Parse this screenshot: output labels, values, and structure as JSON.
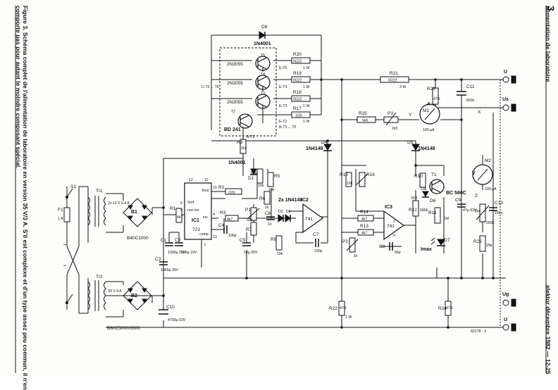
{
  "page": {
    "header": "alimentation de laboratoire",
    "page_number": "3",
    "footer": "elektor décembre 1982 — 12-25",
    "caption_line1": "Figure 3. Schéma complet de l'alimentation de laboratoire en version 35 V/3 A. S'il est complexe et d'un type assez peu commun, il n'en",
    "caption_line2": "comporte pas pour autant le moindre composant spécial.",
    "figure_code": "82178 - 3"
  },
  "labels": {
    "D8": "D8",
    "D8v": "1N4001",
    "T5": "T5",
    "T5v": "2N3055",
    "T4": "T4",
    "T4v": "2N3055",
    "T3": "T3",
    "T3v": "2N3055",
    "T2": "T2",
    "T2v": "BD 241",
    "CT2": "C-T2 ... T5",
    "BT2": "B-T2",
    "R20": "R20",
    "R20v": "0Ω22",
    "R20w": "1 W",
    "ET5": "E-T5",
    "R19": "R19",
    "R19v": "0Ω22",
    "R19w": "1 W",
    "ET4": "E-T4",
    "R18": "R18",
    "R18v": "0Ω22",
    "R18w": "1 W",
    "ET3": "E-T3",
    "R17": "R17",
    "R17v": "1Ω0",
    "R17w": "1 W",
    "ET2": "E-T2",
    "BT3": "B-T3 ... T5",
    "R21": "R21",
    "R21v": "0Ω22",
    "R21w": "3 W",
    "R25": "R25",
    "R25v": "5k6",
    "P3": "P3",
    "P3v": "2k5",
    "M1": "M1",
    "M1v": "100 µA",
    "A": "A",
    "R23": "R23",
    "R23v": "47Ω",
    "C11": "C11",
    "C11v": "820n",
    "U": "U",
    "Us": "Us",
    "Ug": "Ug",
    "X": "X",
    "Y": "Y",
    "R9": "R9",
    "R9v": "2k2",
    "D4": "D4",
    "D4v": "1N4148",
    "D5": "D5",
    "D5v": "1N4148",
    "D1": "D1",
    "D1v": "1N4001",
    "S1": "S1",
    "F1": "F1",
    "F1v": "1 A",
    "Tr1": "Tr1",
    "Tr1v": "2x 12 V 0,4 A",
    "Tr2": "Tr2",
    "Tr2v": "33 V 4 A",
    "B1": "B1",
    "B1v": "B40C1000",
    "B2": "B2",
    "B2v": "B80C5000/3300",
    "C10": "C10",
    "C10v": "4700µ 63V",
    "R1": "R1",
    "R1v": "4k7",
    "IC1": "IC1",
    "IC1v": "723",
    "Vref": "Vref",
    "Vout": "Vout",
    "noninv": "non inv.",
    "inv": "inv.",
    "comp": "comp.",
    "R2": "R2",
    "R2v": "22Ω",
    "R3": "R3",
    "R3v": "4k7",
    "C4": "C4",
    "C4v": "100p",
    "C1": "C1",
    "C1v": "1000µ 25V",
    "C2": "C2",
    "C2v": "100µ 10V",
    "C3": "C3",
    "C3v": "1000µ 25V",
    "C5": "C5",
    "C5v": "10µ 25V",
    "R4": "R4",
    "R4v": "10k",
    "R5": "R5",
    "R5v": "10k",
    "R6": "R6",
    "R6v": "1k",
    "R7": "R7",
    "R8": "R8",
    "R8v": "10k",
    "P1": "P1",
    "P1v": "50k",
    "C6": "C6",
    "C6v": "1n",
    "D2D3": "2x 1N4148",
    "D2": "D2",
    "D3": "D3",
    "IC2": "IC2",
    "IC2v": "741",
    "C7": "C7",
    "C7v": "100p",
    "R15": "R15",
    "R15v": "15k",
    "R16": "R16",
    "R14": "R14",
    "R14v": "4k7",
    "R13": "R13",
    "R13v": "4k7",
    "P2": "P2",
    "P2v": "1k",
    "IC3": "IC3",
    "IC3v": "741",
    "C8": "C8",
    "C8v": "56p",
    "R10": "R10",
    "R10v": "10k",
    "D6": "D6",
    "D6v": "3V3",
    "T1": "T1",
    "T1v": "BC 560C",
    "R11": "R11",
    "R11v": "1M",
    "R12": "R12",
    "R12v": "680k",
    "D7": "D7",
    "Imax": "Imax",
    "C9": "C9",
    "C9v": "47µ 63V",
    "V": "V",
    "M2": "M2",
    "M2v": "100 µA",
    "Z": "Z",
    "P4": "P4",
    "P4v": "250k",
    "R26": "R26",
    "R26v": "25k",
    "C12": "C12",
    "C12v": "100n",
    "R22": "R22",
    "R22v": "47Ω",
    "R22w": "1 W",
    "R24": "R24",
    "R24v": "47Ω",
    "pin6": "6",
    "pin7": "7",
    "pin10": "10",
    "pin11": "11",
    "pin12": "12",
    "pin13": "13",
    "pin5": "5",
    "pin4": "4",
    "pin2": "2",
    "pin3": "3"
  }
}
